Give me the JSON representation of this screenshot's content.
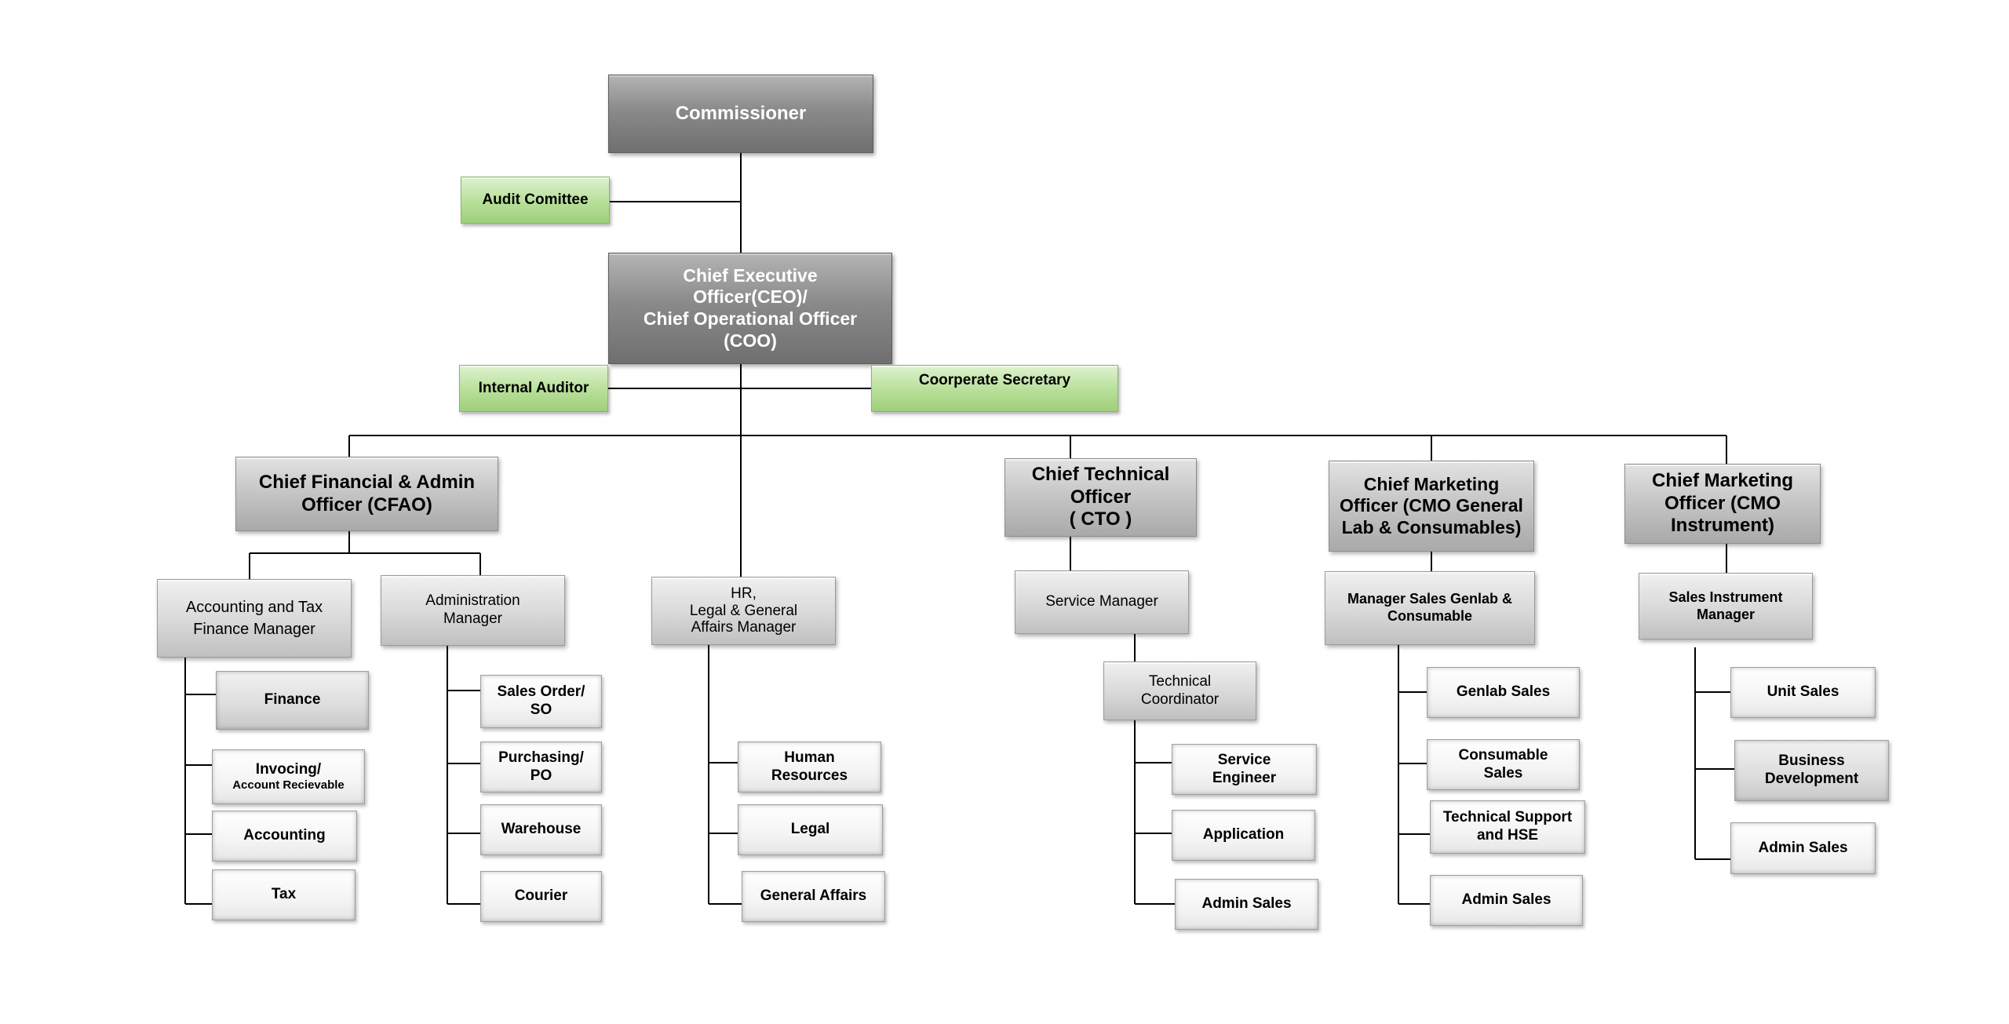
{
  "top": {
    "commissioner": "Commissioner",
    "audit_committee": "Audit Comittee",
    "ceo": "Chief Executive\nOfficer(CEO)/\nChief Operational Officer\n(COO)",
    "internal_auditor": "Internal Auditor",
    "corporate_secretary": "Coorperate Secretary"
  },
  "cfao": {
    "title": "Chief Financial & Admin\nOfficer (CFAO)",
    "accounting_manager": "Accounting and Tax\nFinance Manager",
    "accounting_units": {
      "finance": "Finance",
      "invoicing_line1": "Invocing/",
      "invoicing_line2": "Account Recievable",
      "accounting": "Accounting",
      "tax": "Tax"
    },
    "admin_manager": "Administration\nManager",
    "admin_units": [
      "Sales Order/\nSO",
      "Purchasing/\nPO",
      "Warehouse",
      "Courier"
    ]
  },
  "hr": {
    "manager": "HR,\nLegal & General\nAffairs Manager",
    "units": [
      "Human\nResources",
      "Legal",
      "General Affairs"
    ]
  },
  "cto": {
    "title": "Chief Technical\nOfficer\n( CTO )",
    "service_manager": "Service Manager",
    "coordinator": "Technical\nCoordinator",
    "units": [
      "Service\nEngineer",
      "Application",
      "Admin Sales"
    ]
  },
  "cmo_genlab": {
    "title": "Chief Marketing\nOfficer (CMO General\nLab & Consumables)",
    "manager": "Manager Sales Genlab &\nConsumable",
    "units": [
      "Genlab Sales",
      "Consumable\nSales",
      "Technical Support\nand HSE",
      "Admin Sales"
    ]
  },
  "cmo_instrument": {
    "title": "Chief Marketing\nOfficer (CMO\nInstrument)",
    "manager": "Sales Instrument\nManager",
    "units": [
      "Unit Sales",
      "Business\nDevelopment",
      "Admin Sales"
    ]
  }
}
